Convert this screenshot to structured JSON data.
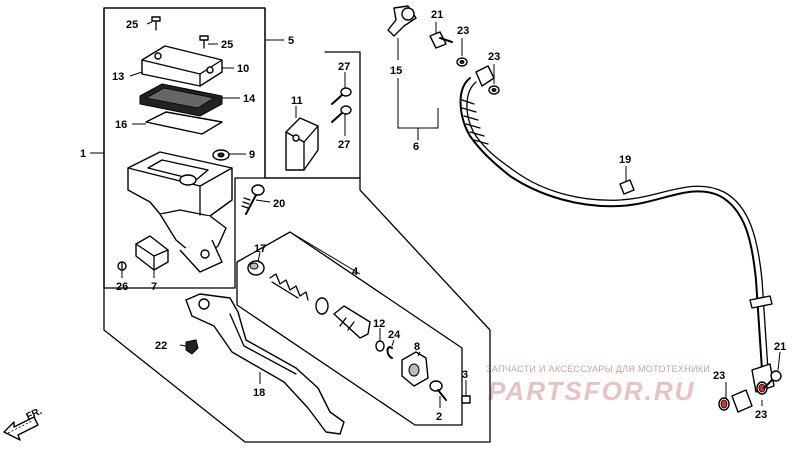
{
  "labels": {
    "c1": "1",
    "c2": "2",
    "c3": "3",
    "c4": "4",
    "c5": "5",
    "c6": "6",
    "c7": "7",
    "c8": "8",
    "c9": "9",
    "c10": "10",
    "c11": "11",
    "c12": "12",
    "c13": "13",
    "c14": "14",
    "c15": "15",
    "c16": "16",
    "c17": "17",
    "c18": "18",
    "c19": "19",
    "c20": "20",
    "c21a": "21",
    "c21b": "21",
    "c22": "22",
    "c23a": "23",
    "c23b": "23",
    "c23c": "23",
    "c23d": "23",
    "c24": "24",
    "c25a": "25",
    "c25b": "25",
    "c26": "26",
    "c27a": "27",
    "c27b": "27"
  },
  "direction": {
    "label": "FR."
  },
  "watermark": {
    "tagline": "ЗАПЧАСТИ И АКСЕССУАРЫ ДЛЯ МОТОТЕХНИКИ",
    "logo": "PARTSFOR.RU"
  }
}
